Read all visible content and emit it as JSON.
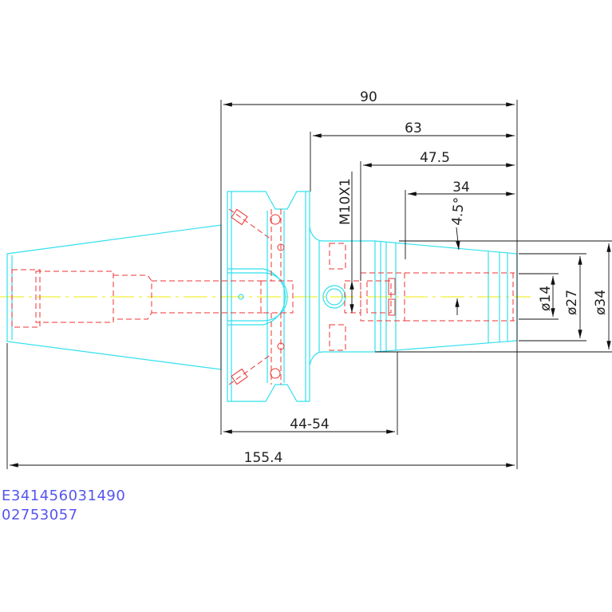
{
  "drawing": {
    "dimensions": {
      "overall_flange_to_nose": "90",
      "flange_face_to_nose": "63",
      "thread_to_nose": "47.5",
      "taper_length": "34",
      "taper_angle": "4.5°",
      "thread": "M10X1",
      "bore_diameter": "ø14",
      "nose_diameter": "ø27",
      "body_diameter": "ø34",
      "clamping_range": "44-54",
      "total_length": "155.4"
    },
    "part_codes": [
      "E341456031490",
      "02753057"
    ],
    "colors": {
      "outline": "#33e0ee",
      "hidden": "#ee3333",
      "centerline": "#eeee00",
      "dimension": "#111111",
      "code_text": "#5555ee"
    }
  }
}
